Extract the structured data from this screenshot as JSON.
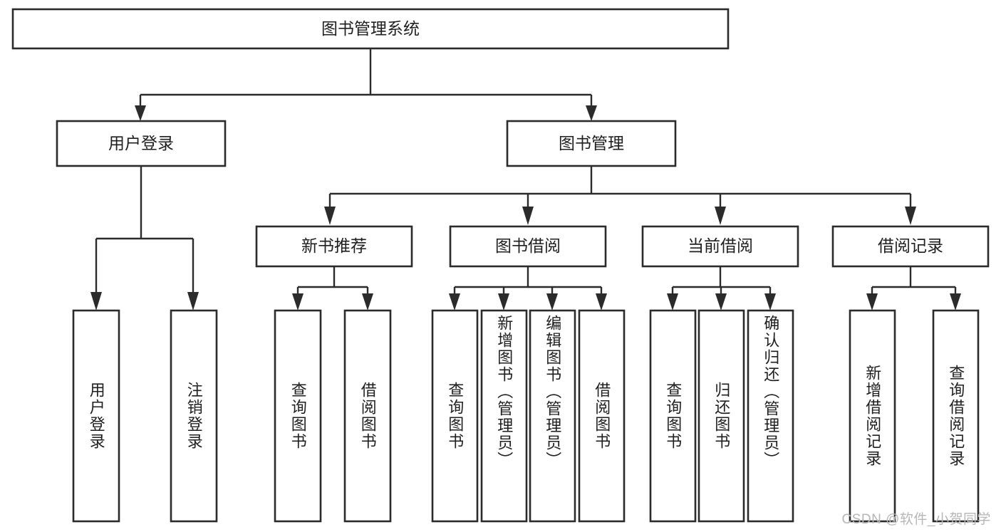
{
  "diagram": {
    "title": "图书管理系统",
    "watermark": "CSDN @软件_小贺同学",
    "style": {
      "box_fill": "#ffffff",
      "box_stroke": "#2b2b2b",
      "text_color": "#1f1f1f",
      "watermark_color": "#b6b6b6",
      "background": "#ffffff"
    },
    "nodes": {
      "root": {
        "label": "图书管理系统",
        "orientation": "horizontal"
      },
      "l2": [
        {
          "id": "user-login",
          "label": "用户登录",
          "orientation": "horizontal"
        },
        {
          "id": "book-manage",
          "label": "图书管理",
          "orientation": "horizontal"
        }
      ],
      "l3": [
        {
          "id": "new-book-recommend",
          "label": "新书推荐",
          "orientation": "horizontal"
        },
        {
          "id": "book-borrow",
          "label": "图书借阅",
          "orientation": "horizontal"
        },
        {
          "id": "current-borrow",
          "label": "当前借阅",
          "orientation": "horizontal"
        },
        {
          "id": "borrow-record",
          "label": "借阅记录",
          "orientation": "horizontal"
        }
      ],
      "leaves": [
        {
          "id": "leaf-user-login",
          "label": "用户登录",
          "parent": "user-login",
          "orientation": "vertical"
        },
        {
          "id": "leaf-user-logout",
          "label": "注销登录",
          "parent": "user-login",
          "orientation": "vertical"
        },
        {
          "id": "leaf-query-book-1",
          "label": "查询图书",
          "parent": "new-book-recommend",
          "orientation": "vertical"
        },
        {
          "id": "leaf-borrow-book-1",
          "label": "借阅图书",
          "parent": "new-book-recommend",
          "orientation": "vertical"
        },
        {
          "id": "leaf-query-book-2",
          "label": "查询图书",
          "parent": "book-borrow",
          "orientation": "vertical"
        },
        {
          "id": "leaf-add-book",
          "label": "新增图书（管理员）",
          "parent": "book-borrow",
          "orientation": "vertical"
        },
        {
          "id": "leaf-edit-book",
          "label": "编辑图书（管理员）",
          "parent": "book-borrow",
          "orientation": "vertical"
        },
        {
          "id": "leaf-borrow-book-2",
          "label": "借阅图书",
          "parent": "book-borrow",
          "orientation": "vertical"
        },
        {
          "id": "leaf-query-book-3",
          "label": "查询图书",
          "parent": "current-borrow",
          "orientation": "vertical"
        },
        {
          "id": "leaf-return-book",
          "label": "归还图书",
          "parent": "current-borrow",
          "orientation": "vertical"
        },
        {
          "id": "leaf-confirm-return",
          "label": "确认归还（管理员）",
          "parent": "current-borrow",
          "orientation": "vertical"
        },
        {
          "id": "leaf-add-record",
          "label": "新增借阅记录",
          "parent": "borrow-record",
          "orientation": "vertical"
        },
        {
          "id": "leaf-query-record",
          "label": "查询借阅记录",
          "parent": "borrow-record",
          "orientation": "vertical"
        }
      ]
    },
    "edges": [
      {
        "from": "root",
        "to": "user-login"
      },
      {
        "from": "root",
        "to": "book-manage"
      },
      {
        "from": "book-manage",
        "to": "new-book-recommend"
      },
      {
        "from": "book-manage",
        "to": "book-borrow"
      },
      {
        "from": "book-manage",
        "to": "current-borrow"
      },
      {
        "from": "book-manage",
        "to": "borrow-record"
      },
      {
        "from": "user-login",
        "to": "leaf-user-login"
      },
      {
        "from": "user-login",
        "to": "leaf-user-logout"
      },
      {
        "from": "new-book-recommend",
        "to": "leaf-query-book-1"
      },
      {
        "from": "new-book-recommend",
        "to": "leaf-borrow-book-1"
      },
      {
        "from": "book-borrow",
        "to": "leaf-query-book-2"
      },
      {
        "from": "book-borrow",
        "to": "leaf-add-book"
      },
      {
        "from": "book-borrow",
        "to": "leaf-edit-book"
      },
      {
        "from": "book-borrow",
        "to": "leaf-borrow-book-2"
      },
      {
        "from": "current-borrow",
        "to": "leaf-query-book-3"
      },
      {
        "from": "current-borrow",
        "to": "leaf-return-book"
      },
      {
        "from": "current-borrow",
        "to": "leaf-confirm-return"
      },
      {
        "from": "borrow-record",
        "to": "leaf-add-record"
      },
      {
        "from": "borrow-record",
        "to": "leaf-query-record"
      }
    ]
  }
}
